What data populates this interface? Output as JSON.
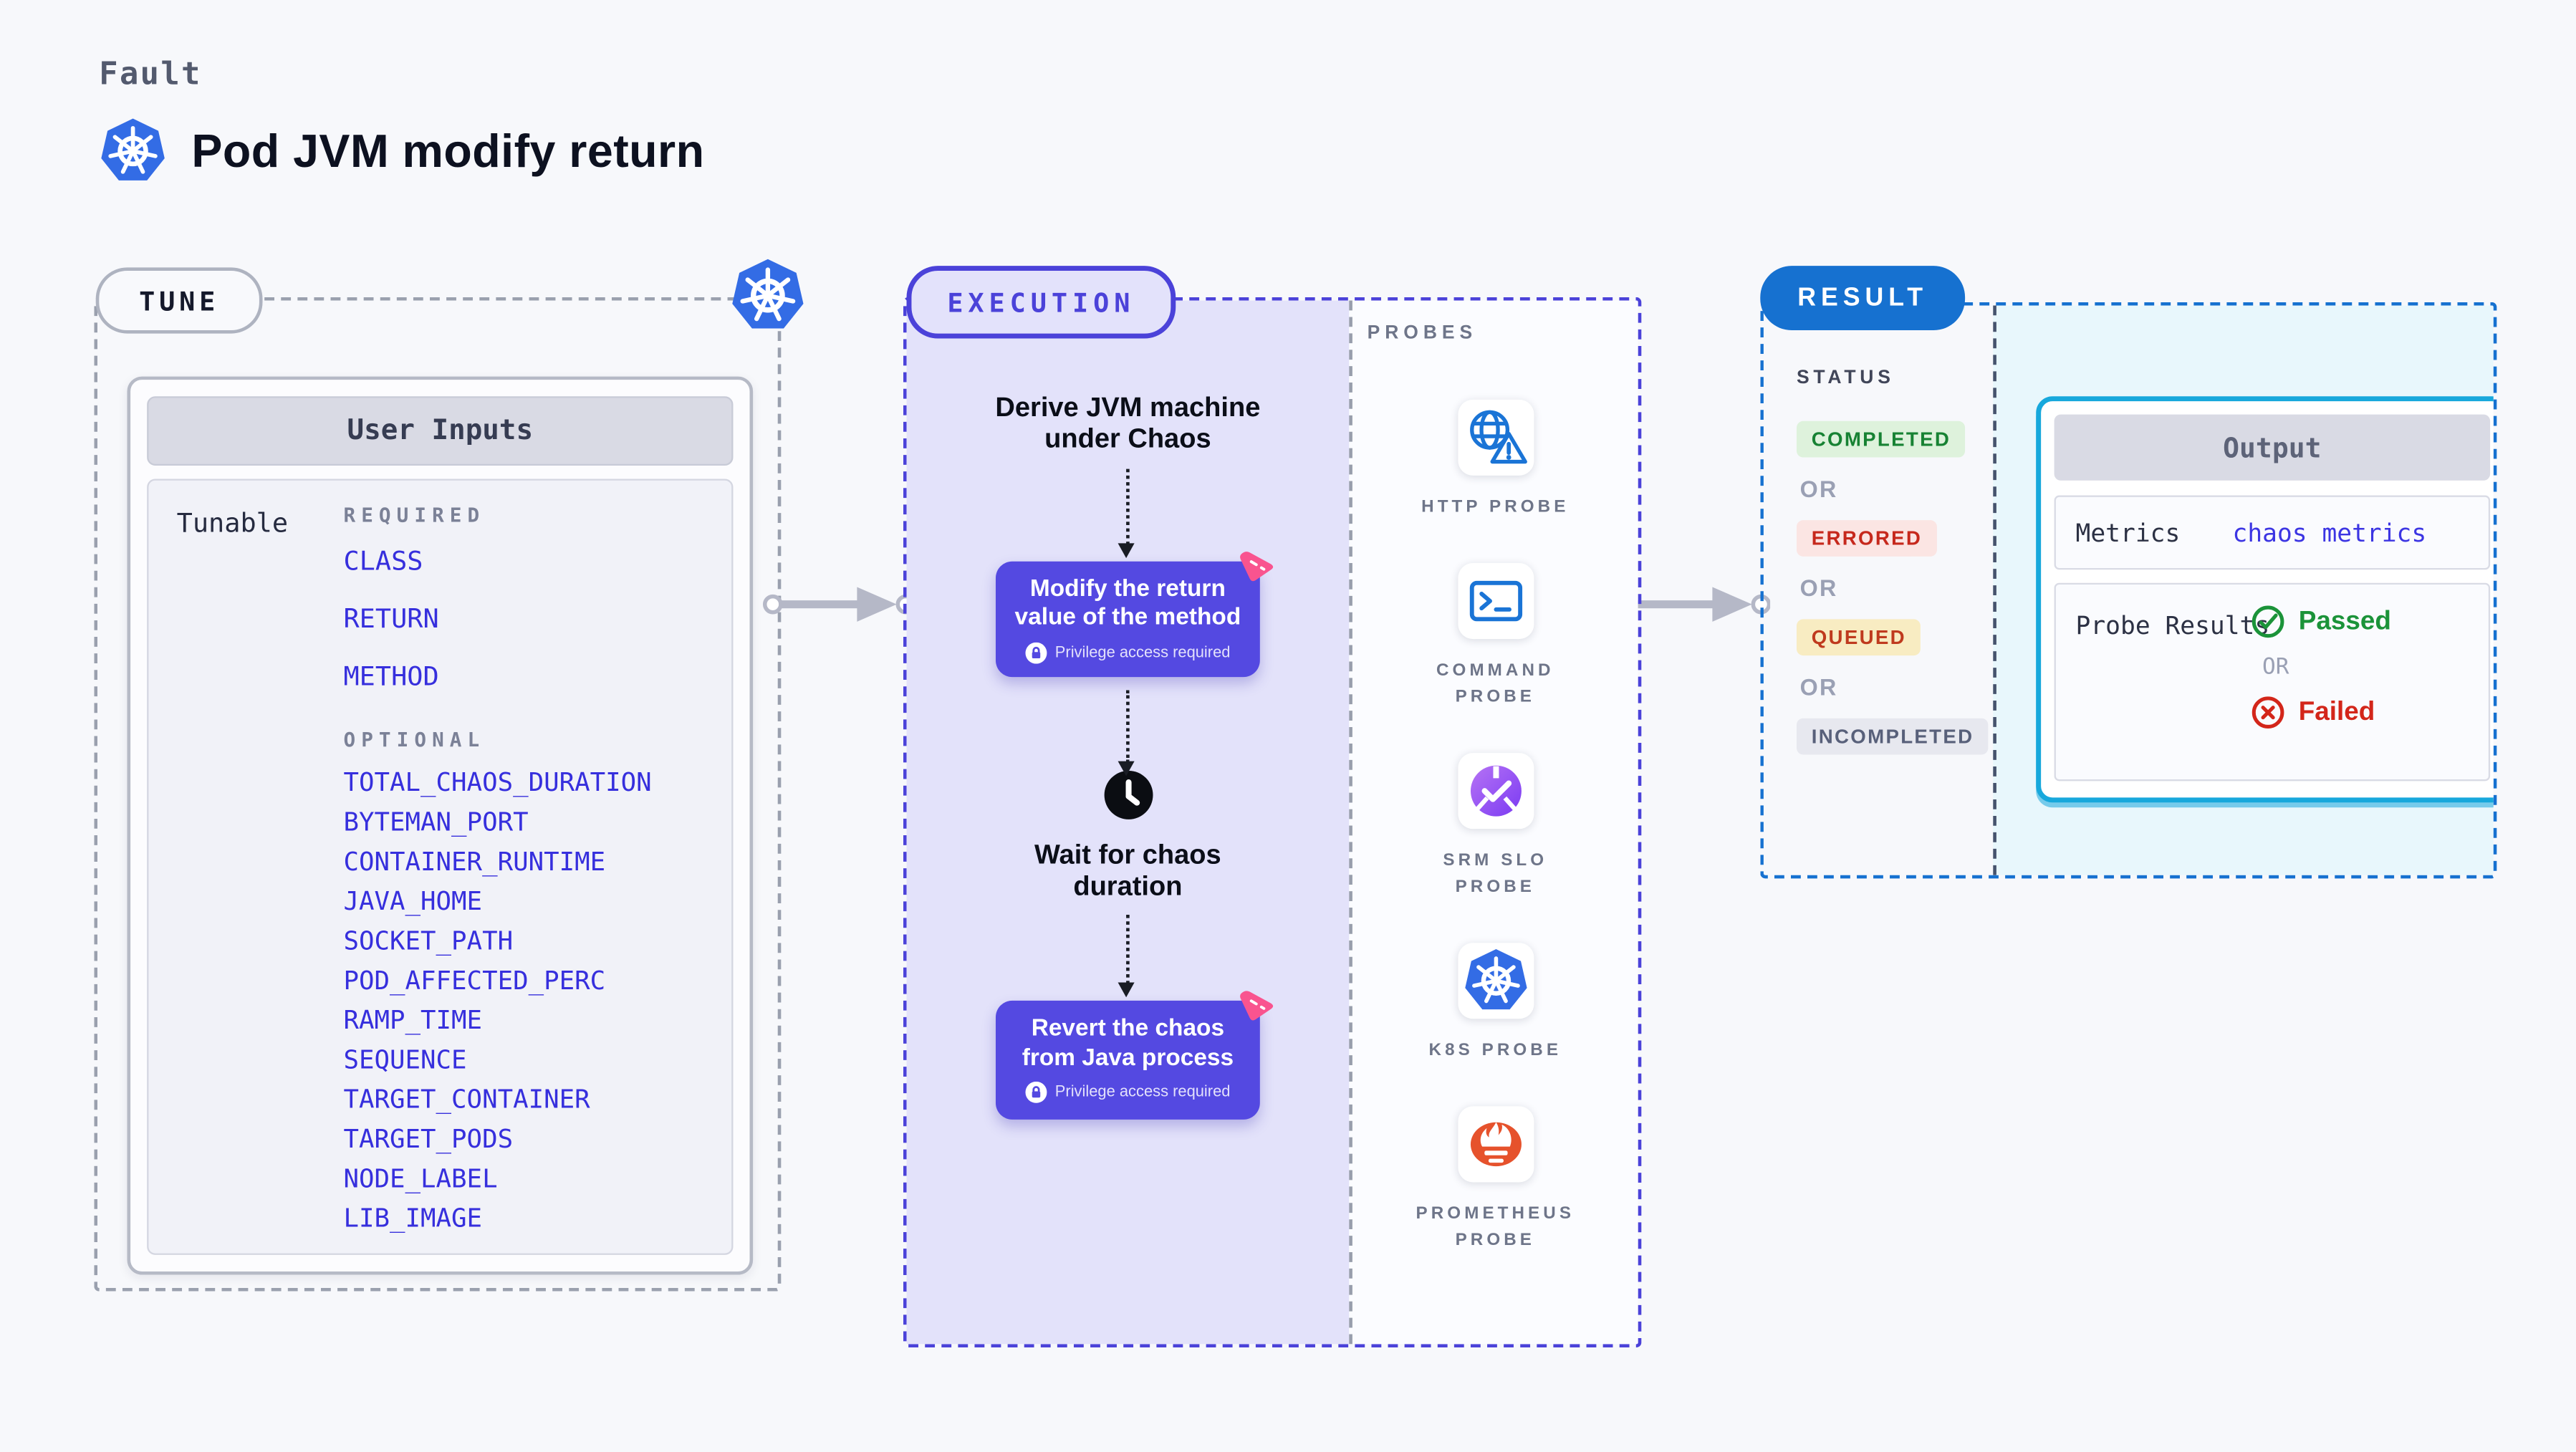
{
  "header": {
    "eyebrow": "Fault",
    "title": "Pod JVM modify return",
    "icon": "kubernetes-icon"
  },
  "tune": {
    "badge": "TUNE",
    "panel_title": "User Inputs",
    "row_label": "Tunable",
    "required_label": "REQUIRED",
    "required": [
      "CLASS",
      "RETURN",
      "METHOD"
    ],
    "optional_label": "OPTIONAL",
    "optional": [
      "TOTAL_CHAOS_DURATION",
      "BYTEMAN_PORT",
      "CONTAINER_RUNTIME",
      "JAVA_HOME",
      "SOCKET_PATH",
      "POD_AFFECTED_PERC",
      "RAMP_TIME",
      "SEQUENCE",
      "TARGET_CONTAINER",
      "TARGET_PODS",
      "NODE_LABEL",
      "LIB_IMAGE"
    ]
  },
  "execution": {
    "badge": "EXECUTION",
    "steps": {
      "derive": "Derive JVM machine under Chaos",
      "modify": "Modify the return value of the method",
      "modify_note": "Privilege access required",
      "wait": "Wait for chaos duration",
      "revert": "Revert the chaos from Java process",
      "revert_note": "Privilege access required"
    }
  },
  "probes": {
    "heading": "PROBES",
    "items": [
      {
        "label": "HTTP PROBE",
        "icon": "http-probe-icon"
      },
      {
        "label": "COMMAND PROBE",
        "icon": "command-probe-icon"
      },
      {
        "label": "SRM SLO PROBE",
        "icon": "srm-slo-probe-icon"
      },
      {
        "label": "K8S PROBE",
        "icon": "kubernetes-icon"
      },
      {
        "label": "PROMETHEUS PROBE",
        "icon": "prometheus-icon"
      }
    ]
  },
  "result": {
    "badge": "RESULT",
    "status_label": "STATUS",
    "or_label": "OR",
    "statuses": [
      {
        "label": "COMPLETED",
        "fg": "#178233",
        "bg": "#def2dc"
      },
      {
        "label": "ERRORED",
        "fg": "#c6281c",
        "bg": "#fbe5e3"
      },
      {
        "label": "QUEUED",
        "fg": "#bf3a1e",
        "bg": "#f8ecc2"
      },
      {
        "label": "INCOMPLETED",
        "fg": "#58607a",
        "bg": "#e7e8ef"
      }
    ],
    "output": {
      "title": "Output",
      "metrics_label": "Metrics",
      "metrics_value": "chaos metrics",
      "probe_results_label": "Probe Results",
      "passed_label": "Passed",
      "or_label": "OR",
      "failed_label": "Failed"
    }
  },
  "colors": {
    "page_bg": "#f7f8fb",
    "accent_indigo": "#4b42d9",
    "step_purple": "#5449e1",
    "execution_bg": "#e3e2fa",
    "chaos_pink": "#f9548f",
    "tune_border_grey": "#9aa0ae",
    "result_blue": "#1671d0",
    "output_border_cyan": "#17a8dc",
    "output_region_bg": "#e8f7fc",
    "param_link_blue": "#362fdd",
    "passed_green": "#1b9339",
    "failed_red": "#d3261a",
    "kubernetes_blue": "#336ce5",
    "prometheus_orange": "#e6522c",
    "probe_icon_blue": "#1a74d6"
  }
}
